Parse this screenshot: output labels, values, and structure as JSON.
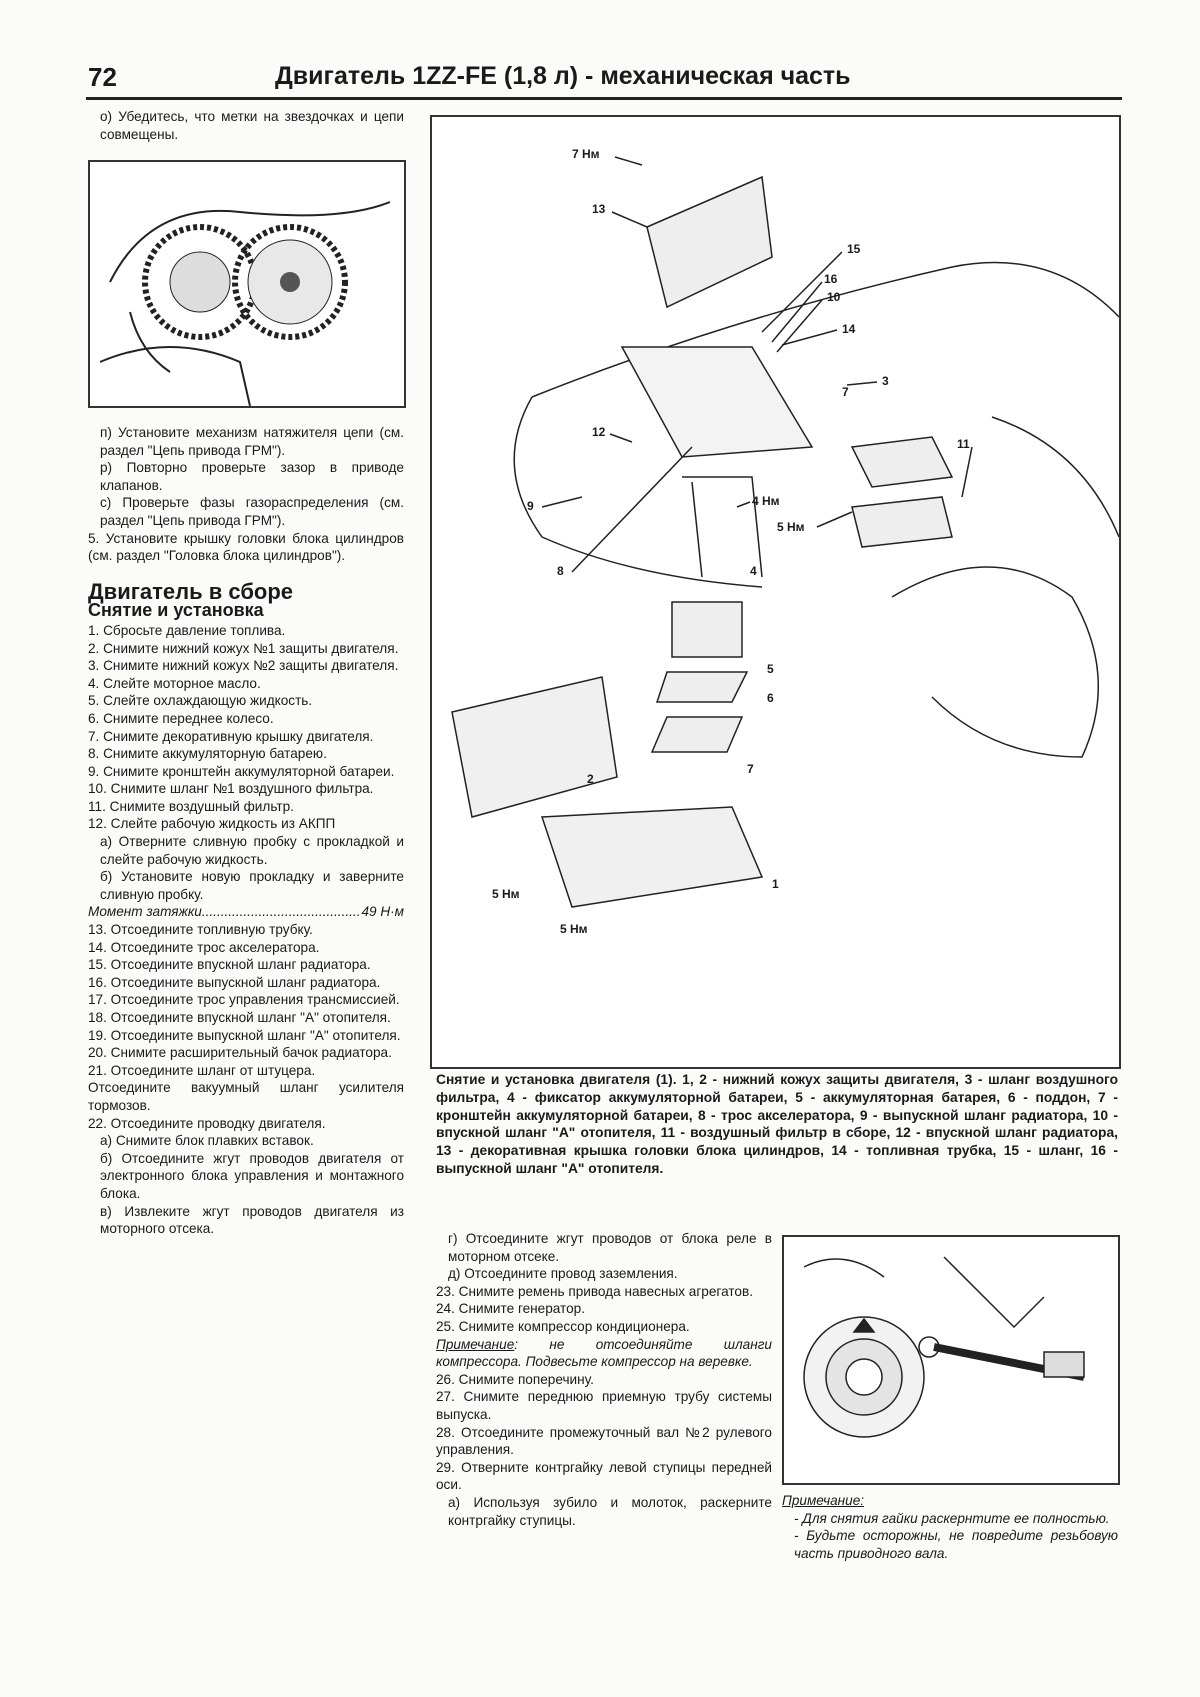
{
  "header": {
    "page_number": "72",
    "title": "Двигатель 1ZZ-FE (1,8 л) - механическая часть"
  },
  "left_top": [
    "о) Убедитесь, что метки на звездочках и цепи совмещены."
  ],
  "left_col": {
    "steps_a": [
      "п) Установите механизм натяжителя цепи (см. раздел \"Цепь привода ГРМ\").",
      "р) Повторно проверьте зазор в приводе клапанов.",
      "с) Проверьте фазы газораспределения (см. раздел \"Цепь привода ГРМ\").",
      "5. Установите крышку головки блока цилиндров (см. раздел \"Головка блока цилиндров\")."
    ],
    "section_title": "Двигатель в сборе",
    "subsection_title": "Снятие и установка",
    "steps_b": [
      "1. Сбросьте давление топлива.",
      "2. Снимите нижний кожух №1 защиты двигателя.",
      "3. Снимите нижний кожух №2 защиты двигателя.",
      "4. Слейте моторное масло.",
      "5. Слейте охлаждающую жидкость.",
      "6. Снимите переднее колесо.",
      "7. Снимите декоративную крышку двигателя.",
      "8. Снимите аккумуляторную батарею.",
      "9. Снимите кронштейн аккумуляторной батареи.",
      "10. Снимите шланг №1 воздушного фильтра.",
      "11. Снимите воздушный фильтр.",
      "12. Слейте рабочую жидкость из АКПП"
    ],
    "sub12": [
      "а) Отверните сливную пробку с прокладкой и слейте рабочую жидкость.",
      "б) Установите новую прокладку и заверните сливную пробку."
    ],
    "torque_label": "Момент затяжки",
    "torque_value": "49 Н·м",
    "steps_c": [
      "13. Отсоедините топливную трубку.",
      "14. Отсоедините трос акселератора.",
      "15. Отсоедините впускной шланг радиатора.",
      "16. Отсоедините выпускной шланг радиатора.",
      "17. Отсоедините трос управления трансмиссией.",
      "18. Отсоедините впускной шланг \"А\" отопителя.",
      "19. Отсоедините выпускной шланг \"А\" отопителя.",
      "20. Снимите расширительный бачок радиатора.",
      "21. Отсоедините шланг от штуцера.",
      "Отсоедините вакуумный шланг усилителя тормозов.",
      "22. Отсоедините проводку двигателя."
    ],
    "sub22": [
      "а) Снимите блок плавких вставок.",
      "б) Отсоедините жгут проводов двигателя от электронного блока управления и монтажного блока.",
      "в) Извлеките жгут проводов двигателя из моторного отсека."
    ]
  },
  "figure_main": {
    "callouts": [
      "7 Нм",
      "13",
      "15",
      "16",
      "10",
      "14",
      "3",
      "7",
      "11",
      "12",
      "9",
      "4 Нм",
      "5 Нм",
      "8",
      "4",
      "5",
      "6",
      "2",
      "7",
      "1",
      "5 Нм",
      "5 Нм"
    ]
  },
  "caption": "Снятие и установка двигателя (1). 1, 2 - нижний кожух защиты двигателя, 3 - шланг воздушного фильтра, 4 - фиксатор аккумуляторной батареи, 5 - аккумуляторная батарея, 6 - поддон, 7 - кронштейн аккумуляторной батареи, 8 - трос акселератора, 9 - выпускной шланг радиатора, 10 - впускной шланг \"А\" отопителя, 11 - воздушный фильтр в сборе, 12 - впускной шланг радиатора, 13 - декоративная крышка головки блока цилиндров, 14 - топливная трубка, 15 - шланг, 16 - выпускной шланг \"А\" отопителя.",
  "mid_col": {
    "sub22b": [
      "г) Отсоедините жгут проводов от блока реле в моторном отсеке.",
      "д) Отсоедините провод заземления."
    ],
    "steps_d": [
      "23. Снимите ремень привода навесных агрегатов.",
      "24. Снимите генератор.",
      "25. Снимите компрессор кондиционера."
    ],
    "note_label": "Примечание",
    "note_text": ": не отсоединяйте шланги компрессора. Подвесьте компрессор на веревке.",
    "steps_e": [
      "26. Снимите поперечину.",
      "27. Снимите переднюю приемную трубу системы выпуска.",
      "28. Отсоедините промежуточный вал №2 рулевого управления.",
      "29. Отверните контргайку левой ступицы передней оси."
    ],
    "sub29": "а) Используя зубило и молоток, раскерните контргайку ступицы."
  },
  "right_note": {
    "label": "Примечание:",
    "items": [
      "- Для снятия гайки раскернтите ее полностью.",
      "- Будьте осторожны, не повредите резьбовую часть приводного вала."
    ]
  }
}
